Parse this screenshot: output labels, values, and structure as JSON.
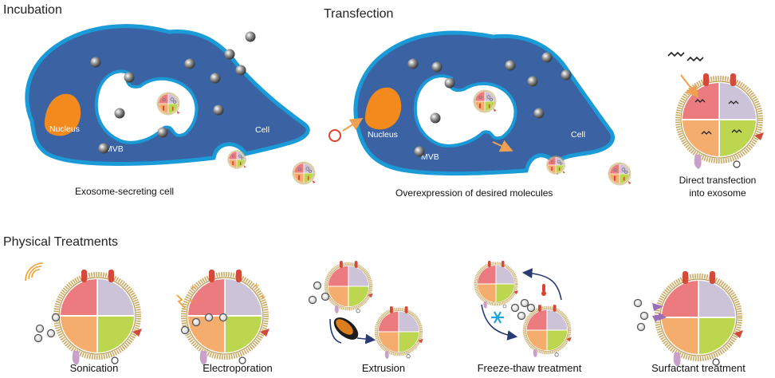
{
  "sections": {
    "incubation": "Incubation",
    "transfection": "Transfection",
    "physical": "Physical Treatments"
  },
  "labels": {
    "nucleus_1": "Nucleus",
    "mvb_1": "MVB",
    "cell_1": "Cell",
    "caption_1": "Exosome-secreting cell",
    "nucleus_2": "Nucleus",
    "mvb_2": "MVB",
    "cell_2": "Cell",
    "caption_2": "Overexpression of desired molecules",
    "direct_line1": "Direct transfection",
    "direct_line2": "into exosome"
  },
  "treatments": [
    "Sonication",
    "Electroporation",
    "Extrusion",
    "Freeze-thaw treatment",
    "Surfactant treatment"
  ],
  "colors": {
    "cell_fill": "#3b62a3",
    "cell_stroke": "#1a9ad6",
    "nucleus": "#f28a1e",
    "q_red": "#ec7b80",
    "q_lilac": "#cdc3d9",
    "q_orange": "#f5ad6e",
    "q_green": "#bcd650",
    "membrane": "#c9a962",
    "arrow_orange": "#f0a050",
    "arrow_navy": "#283b73",
    "snowflake": "#1ea3e0"
  }
}
